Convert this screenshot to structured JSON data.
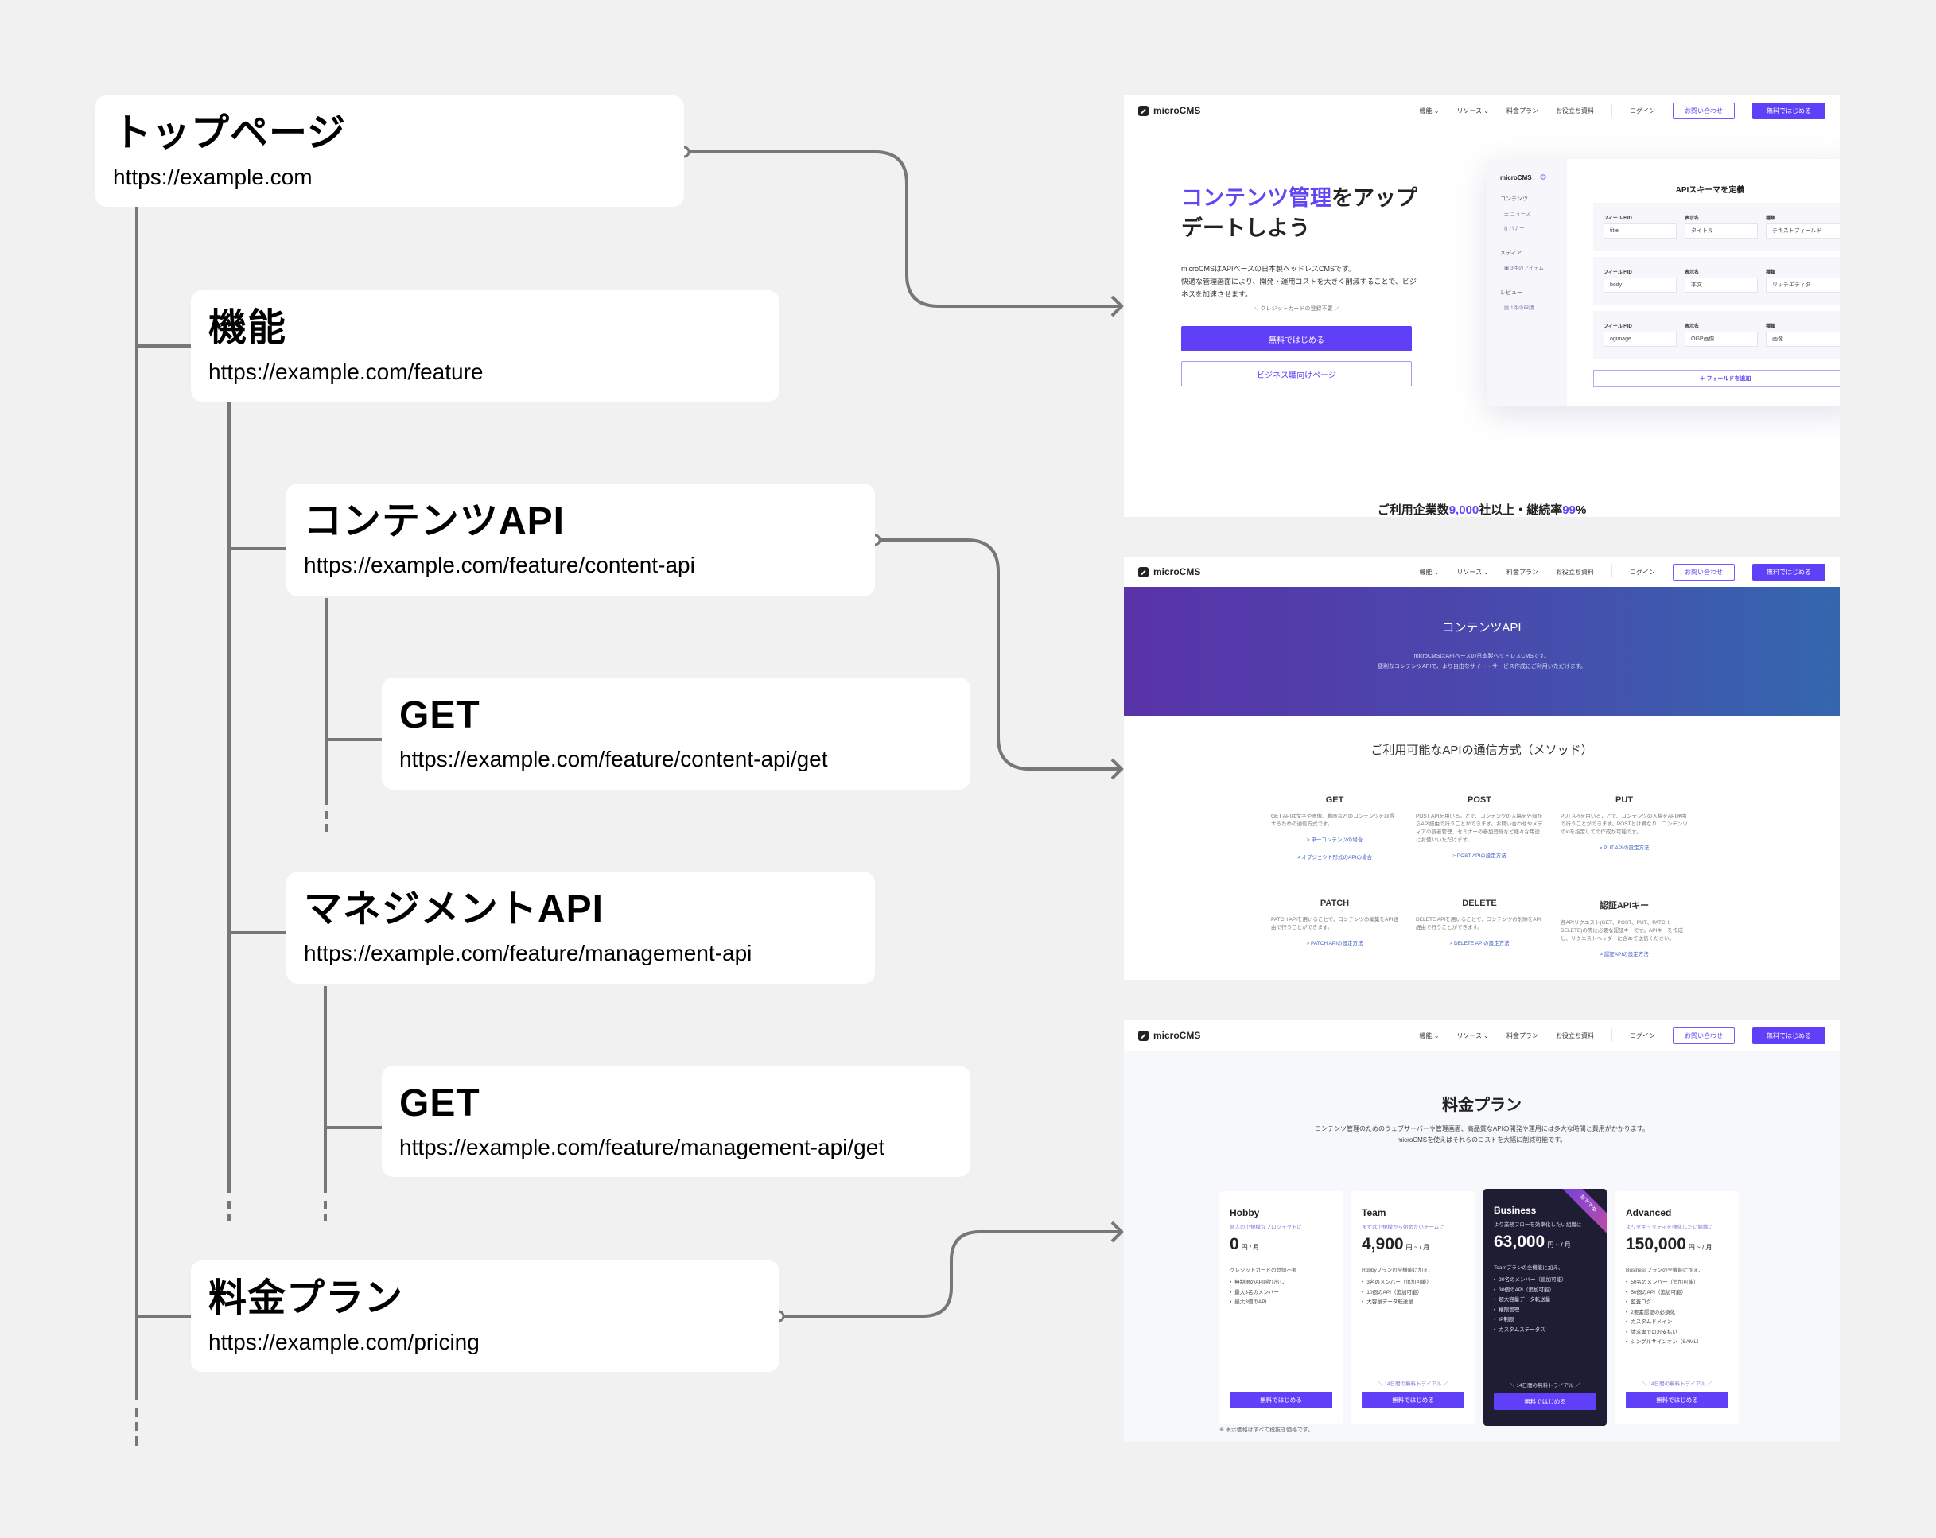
{
  "sitemap": {
    "nodes": [
      {
        "title": "トップページ",
        "url": "https://example.com"
      },
      {
        "title": "機能",
        "url": "https://example.com/feature"
      },
      {
        "title": "コンテンツAPI",
        "url": "https://example.com/feature/content-api"
      },
      {
        "title": "GET",
        "url": "https://example.com/feature/content-api/get"
      },
      {
        "title": "マネジメントAPI",
        "url": "https://example.com/feature/management-api"
      },
      {
        "title": "GET",
        "url": "https://example.com/feature/management-api/get"
      },
      {
        "title": "料金プラン",
        "url": "https://example.com/pricing"
      }
    ],
    "line_color": "#777777",
    "background": "#f1f1f1"
  },
  "nav": {
    "logo": "microCMS",
    "links": [
      "機能 ⌄",
      "リソース ⌄",
      "料金プラン",
      "お役立ち資料"
    ],
    "login": "ログイン",
    "contact": "お問い合わせ",
    "start": "無料ではじめる"
  },
  "top_page": {
    "title_accent": "コンテンツ管理",
    "title_rest": "をアップデートしよう",
    "desc_line1": "microCMSはAPIベースの日本製ヘッドレスCMSです。",
    "desc_line2": "快適な管理画面により、開発・運用コストを大きく削減することで、ビジネスを加速させます。",
    "note": "＼ クレジットカードの登録不要 ／",
    "primary_button": "無料ではじめる",
    "secondary_button": "ビジネス職向けページ",
    "dashboard": {
      "brand": "microCMS",
      "sections": [
        {
          "label": "コンテンツ",
          "items": [
            "☰ ニュース",
            "{} バナー"
          ]
        },
        {
          "label": "メディア",
          "items": [
            "▣ 3件のアイテム"
          ]
        },
        {
          "label": "レビュー",
          "items": [
            "▤ 1件の申請"
          ]
        }
      ],
      "heading": "APIスキーマを定義",
      "col_labels": [
        "フィールドID",
        "表示名",
        "種類"
      ],
      "rows": [
        {
          "id": "title",
          "name": "タイトル",
          "type": "テキストフィールド"
        },
        {
          "id": "body",
          "name": "本文",
          "type": "リッチエディタ"
        },
        {
          "id": "ogimage",
          "name": "OGP画像",
          "type": "画像"
        }
      ],
      "add_field": "＋ フィールドを追加"
    },
    "stat_prefix": "ご利用企業数",
    "stat_num1": "9,000",
    "stat_mid": "社以上・継続率",
    "stat_num2": "99",
    "stat_suffix": "%"
  },
  "content_api_page": {
    "banner_title": "コンテンツAPI",
    "banner_desc1": "microCMSはAPIベースの日本製ヘッドレスCMSです。",
    "banner_desc2": "便利なコンテンツAPIで、より自由なサイト・サービス作成にご利用いただけます。",
    "section_title": "ご利用可能なAPIの通信方式（メソッド）",
    "methods": [
      {
        "name": "GET",
        "desc": "GET APIは文字や画像、動画などのコンテンツを取得するための通信方式です。",
        "links": [
          "> 単一コンテンツの場合",
          "> オブジェクト形式のAPIの場合"
        ]
      },
      {
        "name": "POST",
        "desc": "POST APIを用いることで、コンテンツの入稿を外部からAPI経由で行うことができます。お問い合わせやメディアの読者管理、セミナーの参加登録など様々な用途にお使いいただけます。",
        "links": [
          "> POST APIの設定方法"
        ]
      },
      {
        "name": "PUT",
        "desc": "PUT APIを用いることで、コンテンツの入稿をAPI経由で行うことができます。POSTとは異なり、コンテンツのidを指定しての作成が可能です。",
        "links": [
          "> PUT APIの設定方法"
        ]
      },
      {
        "name": "PATCH",
        "desc": "PATCH APIを用いることで、コンテンツの編集をAPI経由で行うことができます。",
        "links": [
          "> PATCH APIの設定方法"
        ]
      },
      {
        "name": "DELETE",
        "desc": "DELETE APIを用いることで、コンテンツの削除をAPI経由で行うことができます。",
        "links": [
          "> DELETE APIの設定方法"
        ]
      },
      {
        "name": "認証APIキー",
        "desc": "各APIリクエスト(GET、POST、PUT、PATCH、DELETE)の際に必要な認証キーです。APIキーを作成し、リクエストヘッダーに含めて送信ください。",
        "links": [
          "> 認証APIの設定方法"
        ]
      }
    ]
  },
  "pricing_page": {
    "title": "料金プラン",
    "desc1": "コンテンツ管理のためのウェブサーバーや管理画面、高品質なAPIの開発や運用には多大な時間と費用がかかります。",
    "desc2": "microCMSを使えばそれらのコストを大幅に削減可能です。",
    "plans": [
      {
        "name": "Hobby",
        "sub": "個人の小規模なプロジェクトに",
        "price": "0",
        "unit": "円 / 月",
        "intro": "クレジットカードの登録不要",
        "features": [
          "無制限のAPI呼び出し",
          "最大3名のメンバー",
          "最大3個のAPI"
        ],
        "trial": "",
        "button": "無料ではじめる"
      },
      {
        "name": "Team",
        "sub": "まずは小規模から始めたいチームに",
        "price": "4,900",
        "unit": "円 ~ / 月",
        "intro": "Hobbyプランの全機能に加え、",
        "features": [
          "3名のメンバー（追加可能）",
          "10個のAPI（追加可能）",
          "大容量データ転送量"
        ],
        "trial": "＼ 14日間の無料トライアル ／",
        "button": "無料ではじめる"
      },
      {
        "name": "Business",
        "sub": "より業務フローを効率化したい組織に",
        "price": "63,000",
        "unit": "円 ~ / 月",
        "intro": "Teamプランの全機能に加え、",
        "features": [
          "20名のメンバー（追加可能）",
          "30個のAPI（追加可能）",
          "超大容量データ転送量",
          "権限管理",
          "IP制限",
          "カスタムステータス"
        ],
        "trial": "＼ 14日間の無料トライアル ／",
        "button": "無料ではじめる",
        "badge": "おすすめ"
      },
      {
        "name": "Advanced",
        "sub": "よりセキュリティを強化したい組織に",
        "price": "150,000",
        "unit": "円 ~ / 月",
        "intro": "Businessプランの全機能に加え、",
        "features": [
          "50名のメンバー（追加可能）",
          "50個のAPI（追加可能）",
          "監査ログ",
          "2要素認証の必須化",
          "カスタムドメイン",
          "請求書でのお支払い",
          "シングルサインオン（SAML）"
        ],
        "trial": "＼ 14日間の無料トライアル ／",
        "button": "無料ではじめる"
      }
    ],
    "note": "※ 表示価格はすべて税抜き価格です。"
  },
  "colors": {
    "accent": "#5f3ff7",
    "link": "#3f5ec2",
    "dark_card": "#1f1d33",
    "connector": "#777777"
  }
}
